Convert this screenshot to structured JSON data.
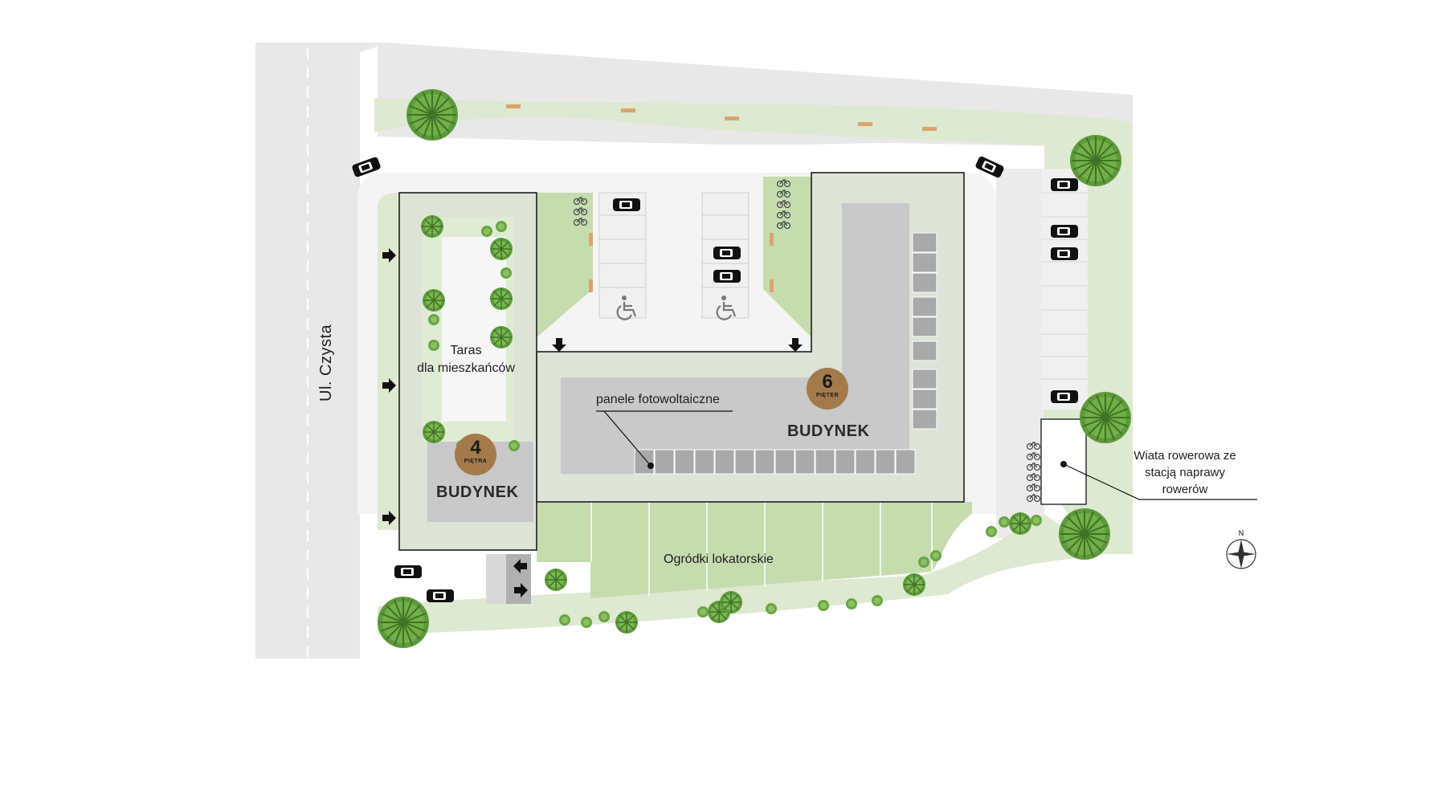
{
  "street": {
    "name": "Ul. Czysta"
  },
  "terrace": {
    "line1": "Taras",
    "line2": "dla mieszkańców"
  },
  "buildings": [
    {
      "name": "BUDYNEK",
      "floors": "4",
      "floors_unit": "PIĘTRA"
    },
    {
      "name": "BUDYNEK",
      "floors": "6",
      "floors_unit": "PIĘTER"
    }
  ],
  "labels": {
    "solar_panels": "panele fotowoltaiczne",
    "gardens": "Ogródki lokatorskie",
    "bike_shelter": "Wiata rowerowa ze stacją naprawy rowerów"
  },
  "compass": {
    "north": "N"
  },
  "colors": {
    "road": "#e8e8e8",
    "lawn_light": "#dde9d0",
    "lawn_mid": "#c6dcaf",
    "garden": "#bcd6a2",
    "building_roof": "#c9c9c9",
    "solar_panel": "#a9a9a9",
    "floor_badge": "#a57a4a",
    "tree": "#5e9a3c"
  },
  "icons": [
    "car-icon",
    "bicycle-icon",
    "wheelchair-icon",
    "entrance-arrow-icon",
    "tree-icon",
    "compass-icon"
  ]
}
